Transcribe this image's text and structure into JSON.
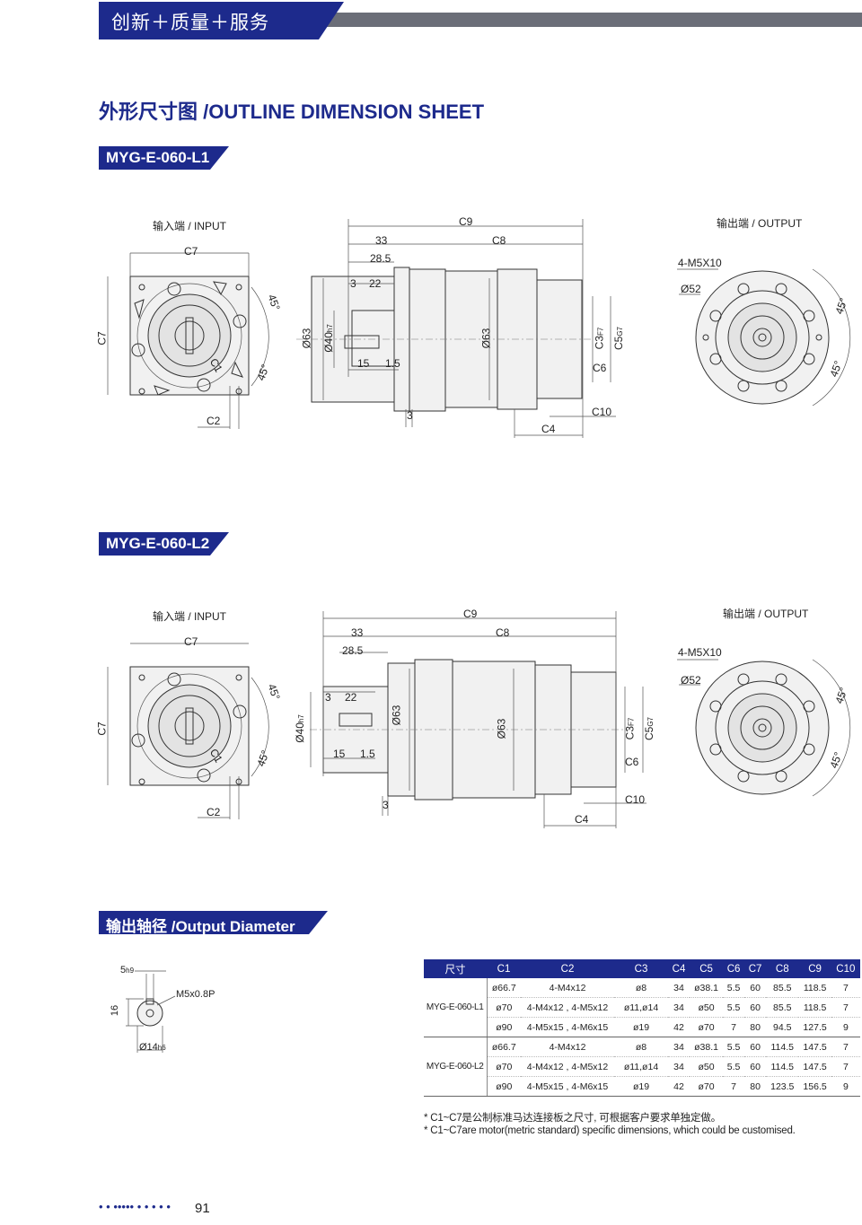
{
  "header": {
    "brand": "创新＋质量＋服务",
    "accent": "#1d2a8c"
  },
  "sheet_title": "外形尺寸图 /OUTLINE DIMENSION SHEET",
  "sections": [
    {
      "model": "MYG-E-060-L1",
      "input_label": "输入端 / INPUT",
      "output_label": "输出端 / OUTPUT"
    },
    {
      "model": "MYG-E-060-L2",
      "input_label": "输入端 / INPUT",
      "output_label": "输出端 / OUTPUT"
    }
  ],
  "drawing_labels": {
    "c1": "C1",
    "c2": "C2",
    "c3": "C3",
    "c3_tol": "F7",
    "c4": "C4",
    "c5": "C5",
    "c5_tol": "G7",
    "c6": "C6",
    "c7": "C7",
    "c8": "C8",
    "c9": "C9",
    "c10": "C10",
    "angle": "45°",
    "d33": "33",
    "d28_5": "28.5",
    "d3": "3",
    "d22": "22",
    "d15": "15",
    "d1_5": "1.5",
    "dia63": "Ø63",
    "dia40": "Ø40",
    "dia40_tol": "h7",
    "holes": "4-M5X10",
    "dia52": "Ø52"
  },
  "output_diameter": {
    "title": "输出轴径 /Output Diameter",
    "key": "5",
    "key_tol": "h9",
    "thread": "M5x0.8P",
    "height": "16",
    "shaft": "Ø14",
    "shaft_tol": "h6"
  },
  "table": {
    "headers": [
      "尺寸",
      "C1",
      "C2",
      "C3",
      "C4",
      "C5",
      "C6",
      "C7",
      "C8",
      "C9",
      "C10"
    ],
    "groups": [
      {
        "model": "MYG-E-060-L1",
        "rows": [
          [
            "ø66.7",
            "4-M4x12",
            "ø8",
            "34",
            "ø38.1",
            "5.5",
            "60",
            "85.5",
            "118.5",
            "7"
          ],
          [
            "ø70",
            "4-M4x12 , 4-M5x12",
            "ø11,ø14",
            "34",
            "ø50",
            "5.5",
            "60",
            "85.5",
            "118.5",
            "7"
          ],
          [
            "ø90",
            "4-M5x15 , 4-M6x15",
            "ø19",
            "42",
            "ø70",
            "7",
            "80",
            "94.5",
            "127.5",
            "9"
          ]
        ]
      },
      {
        "model": "MYG-E-060-L2",
        "rows": [
          [
            "ø66.7",
            "4-M4x12",
            "ø8",
            "34",
            "ø38.1",
            "5.5",
            "60",
            "114.5",
            "147.5",
            "7"
          ],
          [
            "ø70",
            "4-M4x12 , 4-M5x12",
            "ø11,ø14",
            "34",
            "ø50",
            "5.5",
            "60",
            "114.5",
            "147.5",
            "7"
          ],
          [
            "ø90",
            "4-M5x15 , 4-M6x15",
            "ø19",
            "42",
            "ø70",
            "7",
            "80",
            "123.5",
            "156.5",
            "9"
          ]
        ]
      }
    ]
  },
  "notes": [
    "* C1~C7是公制标准马达连接板之尺寸, 可根据客户要求单独定做。",
    "* C1~C7are motor(metric standard)  specific dimensions, which could be customised."
  ],
  "footer": {
    "dots": "• • ••••• • • • • •",
    "page": "91"
  }
}
